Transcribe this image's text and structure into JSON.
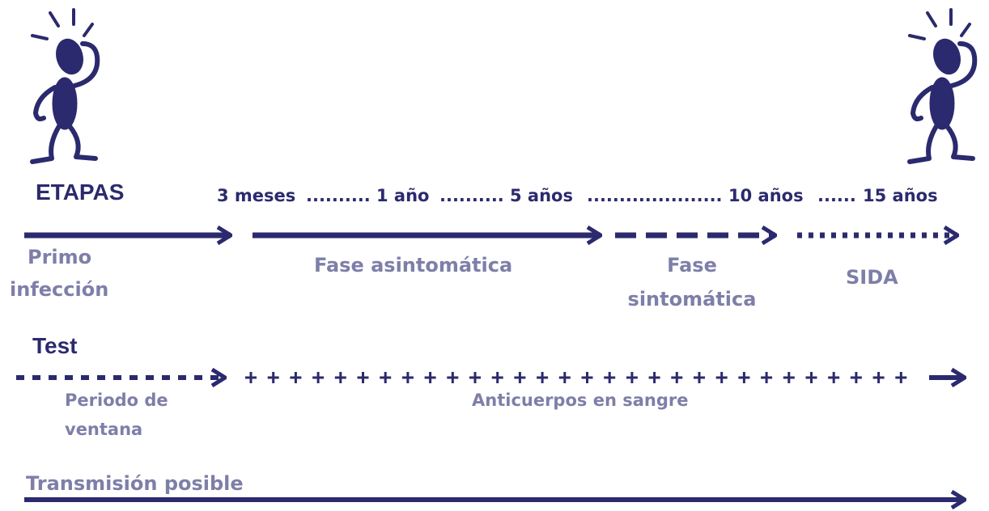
{
  "stages": {
    "heading": "ETAPAS",
    "timeline": {
      "m3": "3 meses",
      "dots1": "..........",
      "y1": "1 año",
      "dots2": "..........",
      "y5": "5 años",
      "dots3": ".....................",
      "y10": "10 años",
      "dots4": "......",
      "y15": "15 años"
    },
    "phases": {
      "primo_line1": "Primo",
      "primo_line2": "infección",
      "asintomatica": "Fase asintomática",
      "sintomatica_line1": "Fase",
      "sintomatica_line2": "sintomática",
      "sida": "SIDA"
    }
  },
  "test": {
    "heading": "Test",
    "ventana_line1": "Periodo de",
    "ventana_line2": "ventana",
    "anticuerpos": "Anticuerpos en sangre"
  },
  "transmission": {
    "label": "Transmisión posible"
  },
  "colors": {
    "dark_navy": "#2b2a6e",
    "muted_purple": "#7e7fa8"
  },
  "icons": [
    "worried-person-icon",
    "worried-person-icon"
  ]
}
